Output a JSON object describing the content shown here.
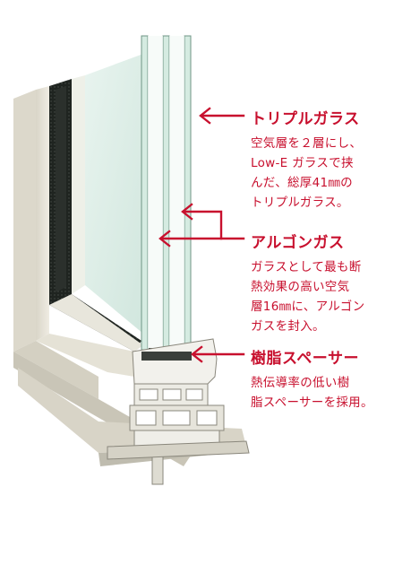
{
  "callouts": {
    "triple_glass": {
      "title": "トリプルガラス",
      "lines": [
        "空気層を２層にし、",
        "Low-E ガラスで挟",
        "んだ、総厚41㎜の",
        "トリプルガラス。"
      ]
    },
    "argon_gas": {
      "title": "アルゴンガス",
      "lines": [
        "ガラスとして最も断",
        "熱効果の高い空気",
        "層16㎜に、アルゴン",
        "ガスを封入。"
      ]
    },
    "resin_spacer": {
      "title": "樹脂スペーサー",
      "lines": [
        "熱伝導率の低い樹",
        "脂スペーサーを採用。"
      ]
    }
  },
  "colors": {
    "accent": "#c8102e",
    "glass": "#d7ebe4",
    "glass_edge": "#6f9685",
    "frame": "#ebe8dd",
    "spacer": "#e9c94a"
  }
}
